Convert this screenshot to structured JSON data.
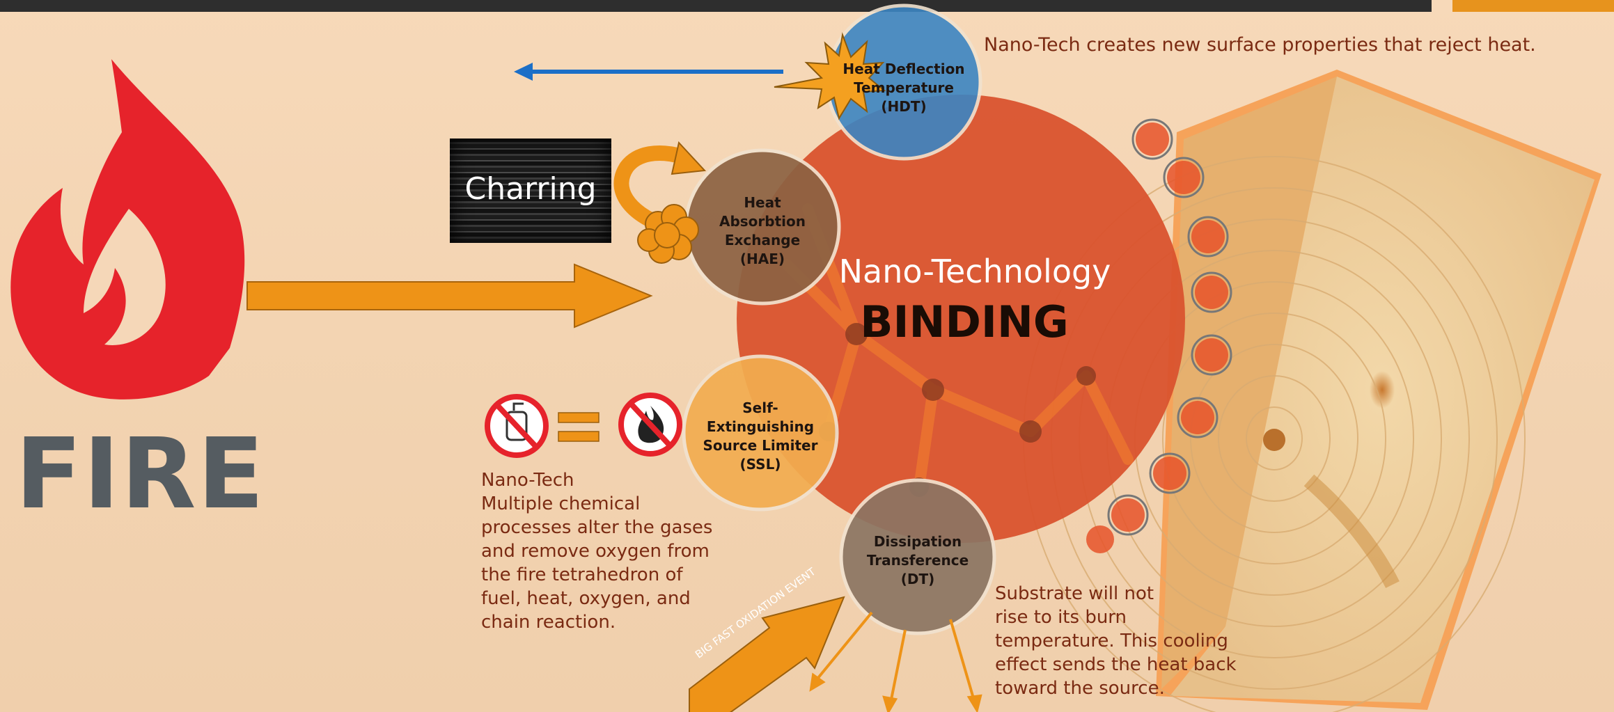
{
  "fire": {
    "label": "FIRE"
  },
  "charring": {
    "label": "Charring"
  },
  "hdt": {
    "line1": "Heat Deflection",
    "line2": "Temperature",
    "line3": "(HDT)",
    "note": "Nano-Tech creates new surface properties that reject heat."
  },
  "hae": {
    "line1": "Heat",
    "line2": "Absorbtion",
    "line3": "Exchange",
    "line4": "(HAE)"
  },
  "center": {
    "line1": "Nano-Technology",
    "line2": "BINDING"
  },
  "ssl": {
    "line1": "Self-",
    "line2": "Extinguishing",
    "line3": "Source Limiter",
    "line4": "(SSL)",
    "note": [
      "Nano-Tech",
      "Multiple chemical",
      "processes alter the gases",
      "and remove oxygen from",
      "the fire tetrahedron of",
      "fuel, heat, oxygen, and",
      "chain reaction."
    ]
  },
  "dt": {
    "line1": "Dissipation",
    "line2": "Transference",
    "line3": "(DT)",
    "note": [
      "Substrate will not",
      "rise to its burn",
      "temperature.  This cooling",
      "effect sends the heat back",
      "toward the source."
    ]
  },
  "event": {
    "label": "BIG FAST OXIDATION EVENT"
  },
  "icons": [
    "flame-icon",
    "no-extinguisher-icon",
    "equals-icon",
    "no-fire-icon",
    "starburst-icon",
    "wood-block-icon"
  ],
  "colors": {
    "orange": "#ee9317",
    "red": "#e6232b",
    "blue": "#1c6fc7",
    "grey": "#555c61",
    "text_brown": "#7a2a12",
    "hub": "#d9532e"
  }
}
